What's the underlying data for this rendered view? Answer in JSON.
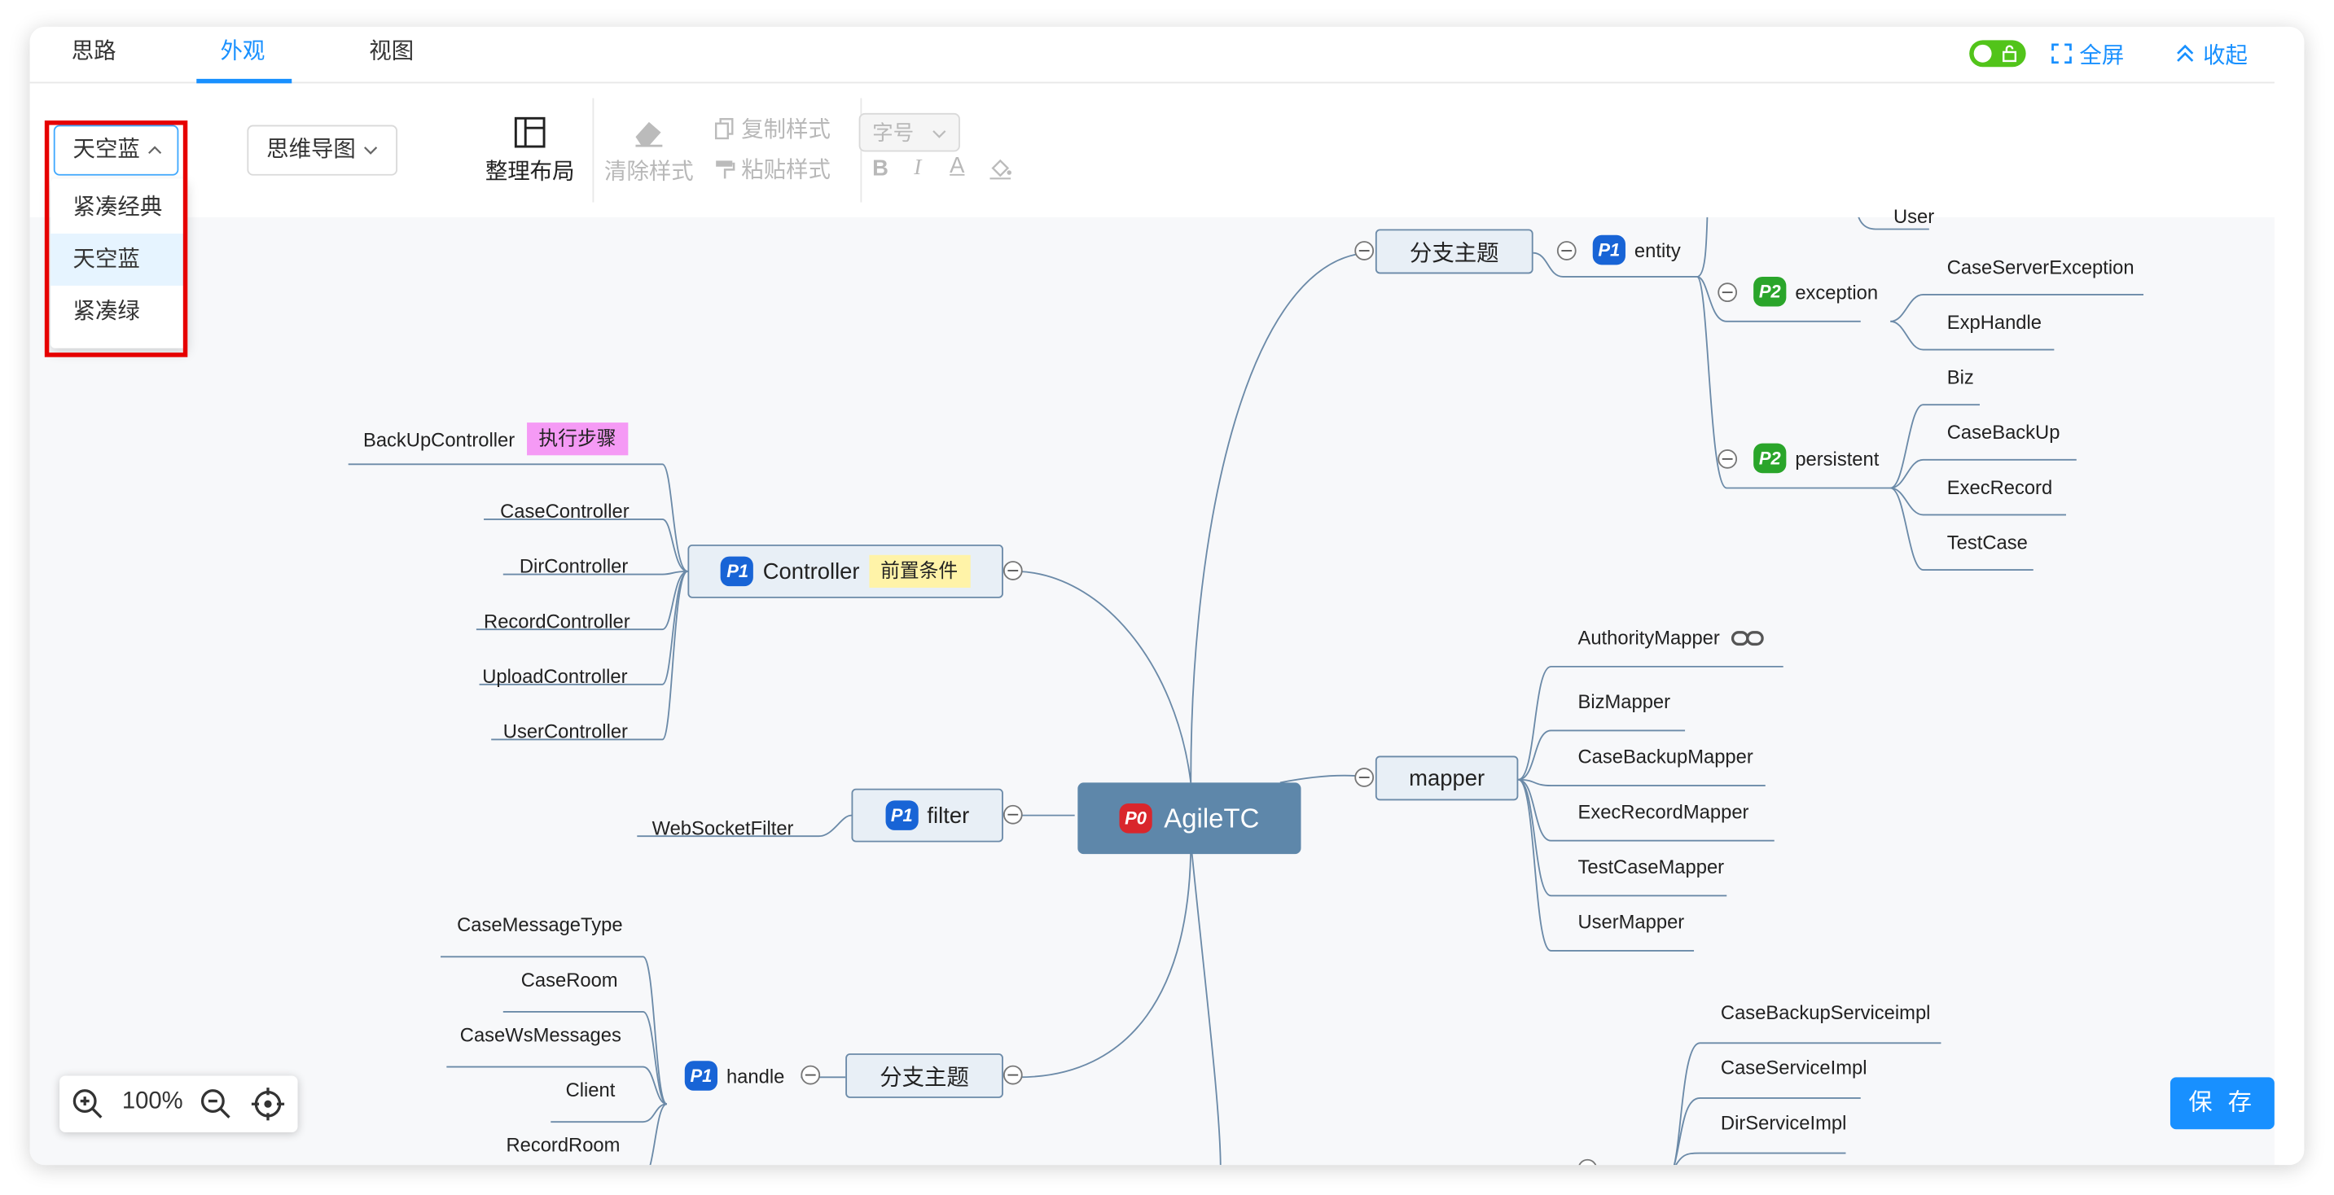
{
  "tabs": [
    "思路",
    "外观",
    "视图"
  ],
  "header": {
    "fullscreen_label": "全屏",
    "collapse_label": "收起"
  },
  "toolbar": {
    "theme_select": "天空蓝",
    "theme_options": [
      "紧凑经典",
      "天空蓝",
      "紧凑绿"
    ],
    "template_select": "思维导图",
    "arrange_label": "整理布局",
    "clear_style_label": "清除样式",
    "copy_style_label": "复制样式",
    "paste_style_label": "粘贴样式",
    "font_size_placeholder": "字号",
    "bold": "B",
    "italic": "I",
    "font_color": "A"
  },
  "mindmap": {
    "root": {
      "label": "AgileTC",
      "priority": "P0"
    },
    "controller": {
      "label": "Controller",
      "priority": "P1",
      "tag": "前置条件",
      "children": [
        "BackUpController",
        "CaseController",
        "DirController",
        "RecordController",
        "UploadController",
        "UserController"
      ],
      "first_child_tag": "执行步骤"
    },
    "filter": {
      "label": "filter",
      "priority": "P1",
      "children": [
        "WebSocketFilter"
      ]
    },
    "branch_bottom": {
      "label": "分支主题"
    },
    "handle": {
      "label": "handle",
      "priority": "P1",
      "children": [
        "CaseMessageType",
        "CaseRoom",
        "CaseWsMessages",
        "Client",
        "RecordRoom"
      ]
    },
    "branch_top": {
      "label": "分支主题"
    },
    "entity": {
      "label": "entity",
      "priority": "P1",
      "partial_child": "User"
    },
    "exception": {
      "label": "exception",
      "priority": "P2",
      "children": [
        "CaseServerException",
        "ExpHandle"
      ]
    },
    "persistent": {
      "label": "persistent",
      "priority": "P2",
      "children": [
        "Biz",
        "CaseBackUp",
        "ExecRecord",
        "TestCase"
      ]
    },
    "mapper": {
      "label": "mapper",
      "children": [
        "AuthorityMapper",
        "BizMapper",
        "CaseBackupMapper",
        "ExecRecordMapper",
        "TestCaseMapper",
        "UserMapper"
      ]
    },
    "service_impl": {
      "children": [
        "CaseBackupServiceimpl",
        "CaseServiceImpl",
        "DirServiceImpl"
      ]
    }
  },
  "zoom": {
    "level": "100%"
  },
  "save_label": "保 存",
  "colors": {
    "accent": "#1890ff",
    "root": "#5e87aa",
    "topic_bg": "#e8eff6",
    "highlight": "#e60000",
    "tag_pink": "#f59af5",
    "tag_yellow": "#fff3a8"
  }
}
